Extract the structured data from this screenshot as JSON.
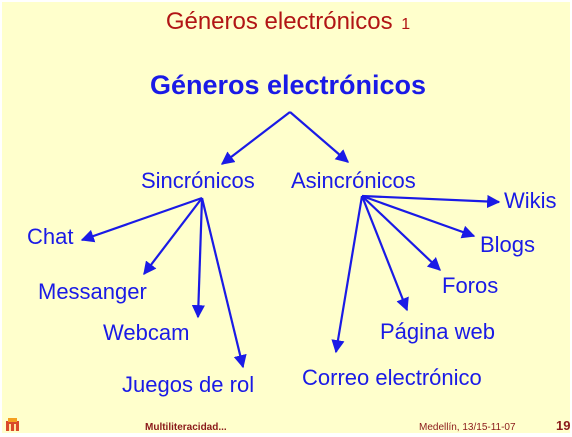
{
  "slide": {
    "title": "Géneros electrónicos",
    "title_number": "1",
    "root": "Géneros electrónicos",
    "sync": "Sincrónicos",
    "async": "Asincrónicos",
    "sync_children": [
      "Chat",
      "Messanger",
      "Webcam",
      "Juegos de rol"
    ],
    "async_children": [
      "Wikis",
      "Blogs",
      "Foros",
      "Página web",
      "Correo electrónico"
    ]
  },
  "footer": {
    "left": "Multiliteracidad...",
    "middle": "Medellín, 13/15-11-07",
    "page": "19"
  },
  "colors": {
    "background": "#ffffcc",
    "title": "#b11515",
    "diagram": "#1a1ae6",
    "footer_text": "#8a1a1a"
  }
}
